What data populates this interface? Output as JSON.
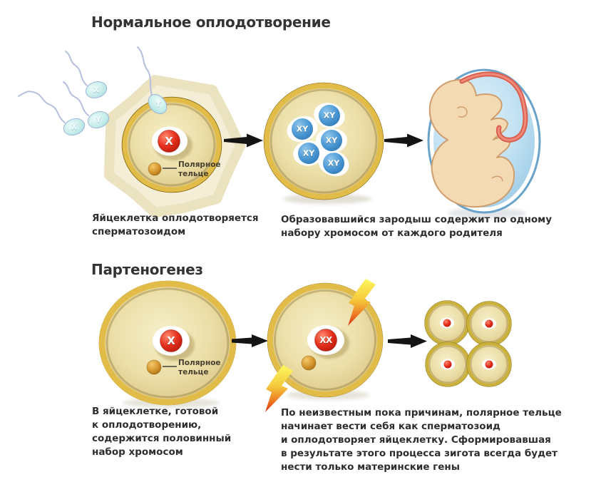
{
  "sections": {
    "normal": {
      "title": "Нормальное оплодотворение",
      "egg": {
        "chromosome": "X",
        "polar_body_label": "Полярное тельце"
      },
      "sperm": [
        {
          "label": "X"
        },
        {
          "label": "X"
        },
        {
          "label": "Y"
        },
        {
          "label": "Y"
        }
      ],
      "zygote_chromosomes": [
        "XY",
        "XY",
        "XY",
        "XY",
        "XY"
      ],
      "egg_caption_lines": [
        "Яйцеклетка оплодотворяется",
        "сперматозоидом"
      ],
      "zygote_caption_lines": [
        "Образовавшийся зародыш содержит по одному",
        "набору хромосом от каждого родителя"
      ]
    },
    "parthenogenesis": {
      "title": "Партеногенез",
      "egg": {
        "chromosome": "X",
        "polar_body_label": "Полярное тельце"
      },
      "activated_egg": {
        "chromosome": "XX"
      },
      "egg_caption_lines": [
        "В яйцеклетке, готовой",
        "к оплодотворению,",
        "содержится половинный",
        "набор хромосом"
      ],
      "result_caption_lines": [
        "По неизвестным пока причинам, полярное тельце",
        "начинает вести себя как сперматозоид",
        "и оплодотворяет яйцеклетку. Сформировавшая",
        "в результате этого процесса зигота всегда будет",
        "нести только материнские гены"
      ]
    }
  },
  "colors": {
    "background": "#ffffff",
    "text": "#2d2d2d",
    "egg_ring_gold": "#e2bc49",
    "egg_interior_tan": "#ecdfa9",
    "corona_cream": "#f4eed6",
    "chromosome_red": "#d5281c",
    "chromosome_blue": "#4a97d3",
    "polar_body_orange": "#d3942c",
    "sperm_head_cyan": "#c4ecea",
    "embryo_sac_blue": "#9ccbe6",
    "embryo_skin": "#f4dab2",
    "umbilical_cord_red": "#d95f4f",
    "lightning_yellow": "#fdf860",
    "lightning_red": "#dc2f12",
    "arrow_black": "#141414"
  }
}
